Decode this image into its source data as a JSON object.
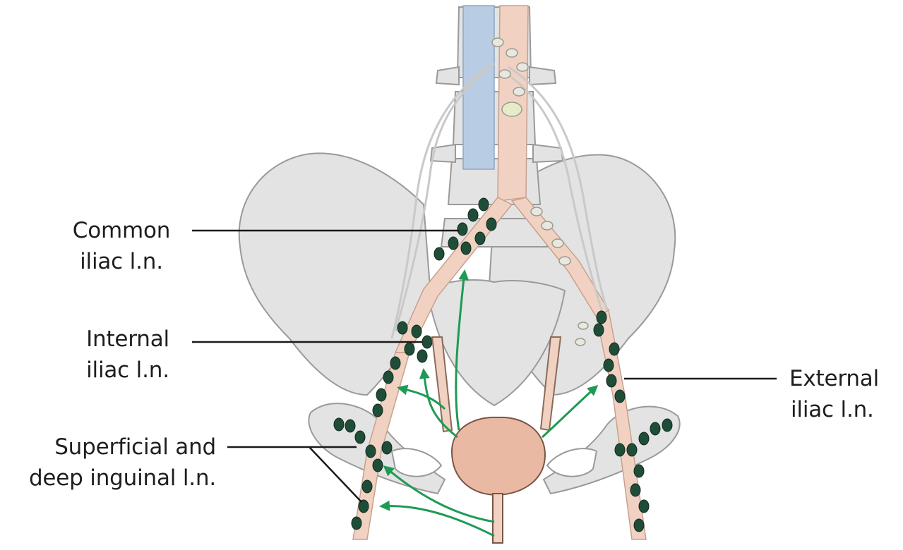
{
  "labels": {
    "common_iliac": {
      "line1": "Common",
      "line2": "iliac l.n."
    },
    "internal_iliac": {
      "line1": "Internal",
      "line2": "iliac l.n."
    },
    "external_iliac": {
      "line1": "External",
      "line2": "iliac l.n."
    },
    "inguinal": {
      "line1": "Superficial and",
      "line2": "deep inguinal l.n."
    }
  },
  "colors": {
    "bone": "#e3e3e3",
    "bone_outline": "#9a9a9a",
    "vein": "#b8cde3",
    "artery": "#f1d2c2",
    "bladder": "#e9b9a3",
    "lymph_node": "#1f4d38",
    "lymph_vessel": "#c9d5c6",
    "flow_arrow": "#1e9a55",
    "leader_line": "#1a1a1a"
  }
}
